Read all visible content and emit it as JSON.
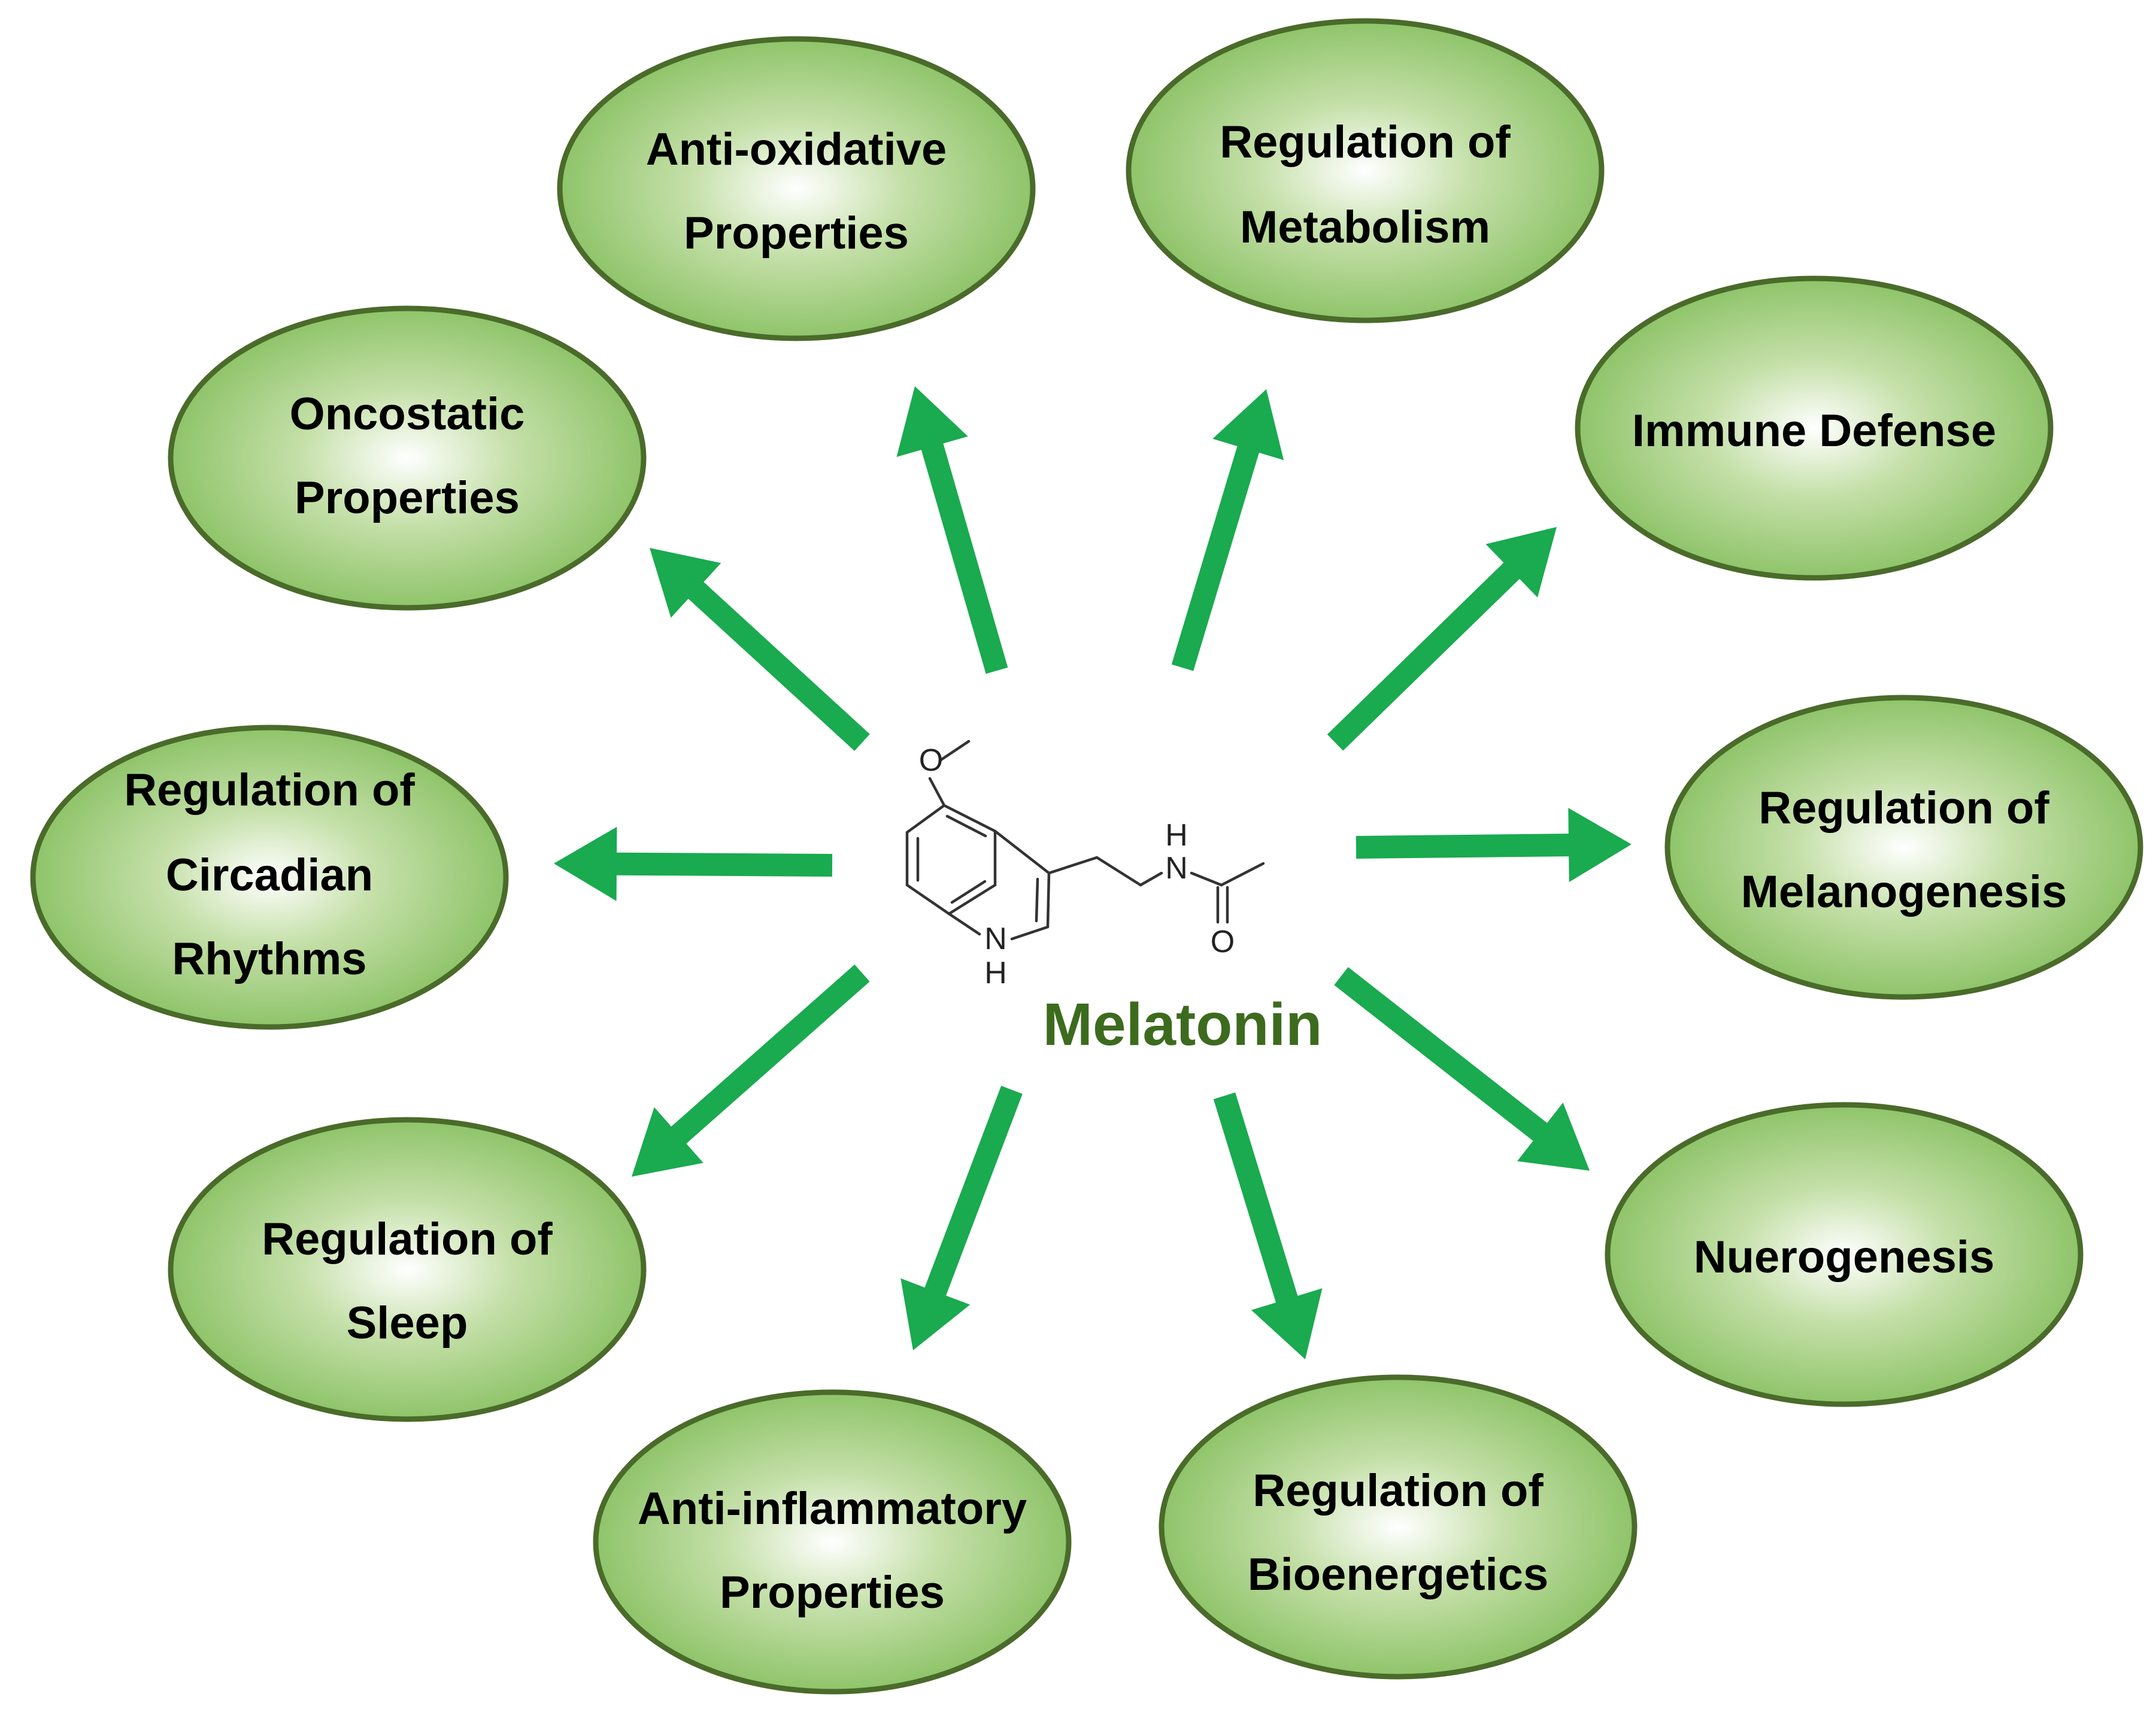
{
  "center": {
    "label": "Melatonin",
    "label_color": "#3d6b1e"
  },
  "molecule": {
    "atoms": {
      "oxygen_methoxy": "O",
      "nitrogen_amide": "N",
      "hydrogen_amide": "H",
      "oxygen_carbonyl": "O",
      "nitrogen_indole": "N",
      "hydrogen_indole": "H"
    }
  },
  "nodes": [
    {
      "id": "anti-oxidative",
      "lines": [
        "Anti-oxidative",
        "Properties"
      ]
    },
    {
      "id": "metabolism",
      "lines": [
        "Regulation of",
        "Metabolism"
      ]
    },
    {
      "id": "oncostatic",
      "lines": [
        "Oncostatic",
        "Properties"
      ]
    },
    {
      "id": "immune-defense",
      "lines": [
        "Immune Defense"
      ]
    },
    {
      "id": "circadian-rhythms",
      "lines": [
        "Regulation of",
        "Circadian",
        "Rhythms"
      ]
    },
    {
      "id": "melanogenesis",
      "lines": [
        "Regulation of",
        "Melanogenesis"
      ]
    },
    {
      "id": "sleep",
      "lines": [
        "Regulation of",
        "Sleep"
      ]
    },
    {
      "id": "nuerogenesis",
      "lines": [
        "Nuerogenesis"
      ]
    },
    {
      "id": "anti-inflammatory",
      "lines": [
        "Anti-inflammatory",
        "Properties"
      ]
    },
    {
      "id": "bioenergetics",
      "lines": [
        "Regulation of",
        "Bioenergetics"
      ]
    }
  ],
  "colors": {
    "arrow": "#1aaa4f",
    "ellipse_center": "#ffffff",
    "ellipse_mid": "#c5e0a9",
    "ellipse_edge": "#8fc46a",
    "ellipse_border": "#4a6b2a"
  }
}
